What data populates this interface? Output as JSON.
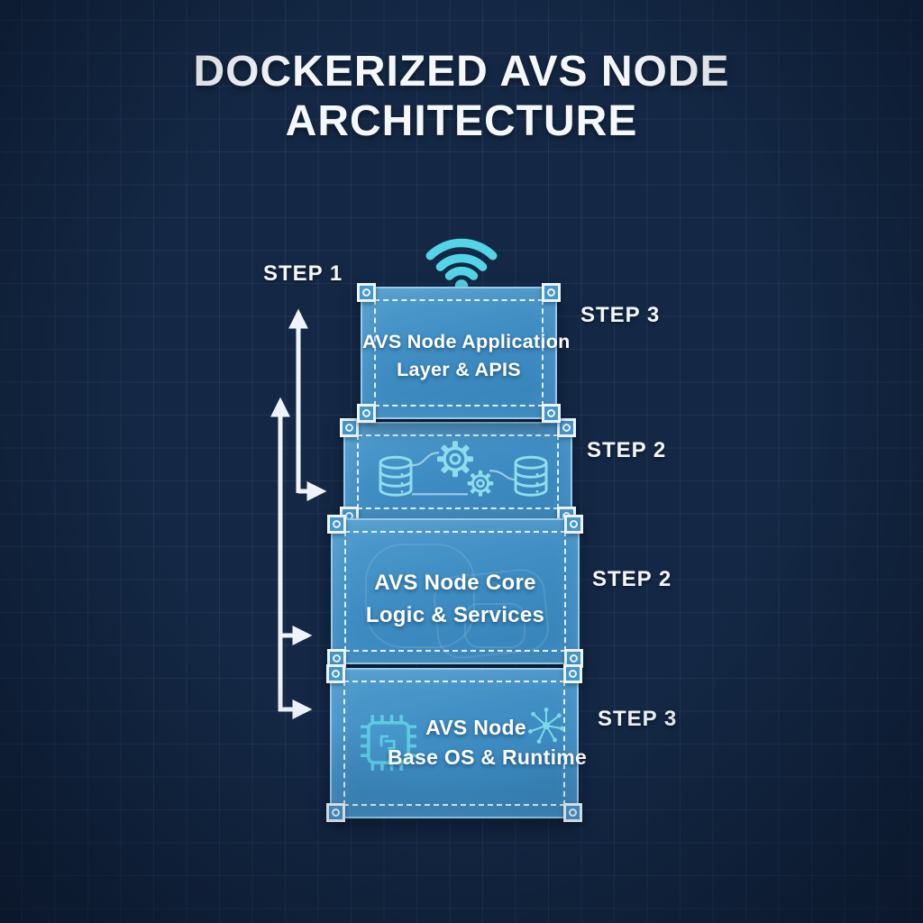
{
  "title": {
    "line1": "DOCKERIZED AVS NODE",
    "line2": "ARCHITECTURE"
  },
  "step_labels": {
    "step1": "STEP 1",
    "step3_top": "STEP 3",
    "step2_upper": "STEP 2",
    "step2_lower": "STEP 2",
    "step3_bottom": "STEP 3"
  },
  "layers": {
    "application": {
      "line1": "AVS Node Application",
      "line2": "Layer & APIS"
    },
    "services": {
      "icons": [
        "database-icon",
        "gear-icon",
        "gear-icon",
        "database-icon"
      ]
    },
    "core": {
      "line1": "AVS Node Core",
      "line2": "Logic & Services"
    },
    "base": {
      "line1": "AVS Node",
      "line2": "Base OS & Runtime"
    }
  },
  "icons": {
    "top": "wifi-icon",
    "base_left": "cpu-chip-icon",
    "base_right": "network-node-icon"
  },
  "colors": {
    "background": "#142845",
    "grid_line": "#24395c",
    "container_fill": "#3d8ac0",
    "container_border": "#9fd2ee",
    "dashed_border": "#e9f4fc",
    "accent_cyan": "#54d5e7",
    "icon_outline": "#8fdcec",
    "text": "#ffffff"
  }
}
